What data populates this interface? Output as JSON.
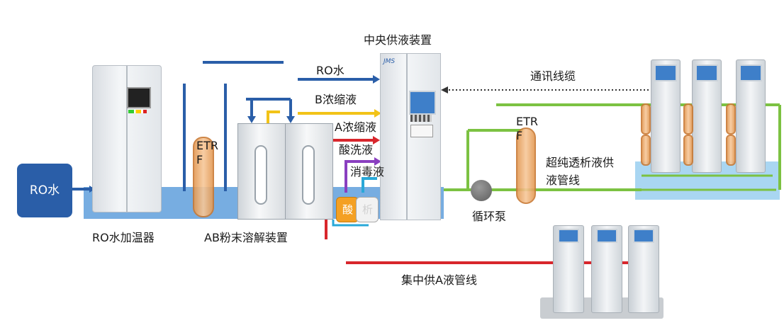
{
  "labels": {
    "ro_water_source": "RO水",
    "ro_heater": "RO水加温器",
    "etrf_left": "ETR\nF",
    "ab_dissolver": "AB粉末溶解装置",
    "acid_tank": "酸",
    "disinfect_tank": "析",
    "central_supply": "中央供液装置",
    "ro_line": "RO水",
    "b_line": "B浓缩液",
    "a_line": "A浓缩液",
    "acid_wash_line": "酸洗液",
    "disinfect_line": "消毒液",
    "comm_cable": "通讯线缆",
    "etrf_right": "ETR\nF",
    "ultrapure_line": "超纯透析液供\n液管线",
    "circ_pump": "循环泵",
    "central_a_line": "集中供A液管线",
    "central_brand": "JMS"
  },
  "colors": {
    "ro_blue": "#2a5ea8",
    "b_yellow": "#f2c318",
    "a_red": "#d8262c",
    "acid_purple": "#8a3fc0",
    "disinfect_cyan": "#29a8d8",
    "green_line": "#7cc242",
    "water_pool": "#4a90d9",
    "pool_light": "#a9d4f0"
  }
}
